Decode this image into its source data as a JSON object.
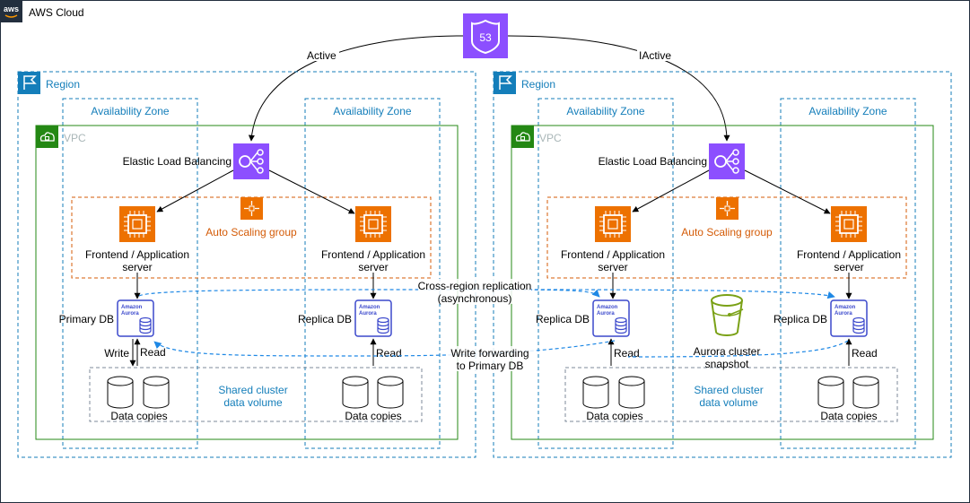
{
  "cloud": {
    "title": "AWS Cloud",
    "logo_text": "aws"
  },
  "dns": {
    "icon": "route53-icon",
    "badge": "53",
    "label_left": "Active",
    "label_right": "IActive",
    "color": "#8C4FFF"
  },
  "regions": [
    {
      "title": "Region",
      "az_left": "Availability Zone",
      "az_right": "Availability Zone",
      "vpc": "VPC",
      "elb": "Elastic Load Balancing",
      "asg": "Auto Scaling group",
      "server_left": [
        "Frontend / Application",
        "server"
      ],
      "server_right": [
        "Frontend / Application",
        "server"
      ],
      "db_left": "Primary DB",
      "db_right": "Replica DB",
      "write": "Write",
      "read_left": "Read",
      "read_right": "Read",
      "shared": [
        "Shared cluster",
        "data volume"
      ],
      "data_left": "Data copies",
      "data_right": "Data copies"
    },
    {
      "title": "Region",
      "az_left": "Availability Zone",
      "az_right": "Availability Zone",
      "vpc": "VPC",
      "elb": "Elastic Load Balancing",
      "asg": "Auto Scaling group",
      "server_left": [
        "Frontend / Application",
        "server"
      ],
      "server_right": [
        "Frontend / Application",
        "server"
      ],
      "db_left": "Replica DB",
      "db_right": "Replica DB",
      "read_left": "Read",
      "read_right": "Read",
      "shared": [
        "Shared cluster",
        "data volume"
      ],
      "data_left": "Data copies",
      "data_right": "Data copies",
      "snapshot": [
        "Aurora cluster",
        "snapshot"
      ]
    }
  ],
  "aurora_icon_text": [
    "Amazon",
    "Aurora"
  ],
  "replication": [
    "Cross-region replication",
    "(asynchronous)"
  ],
  "forwarding": [
    "Write forwarding",
    "to Primary DB"
  ],
  "colors": {
    "region": "#147EBA",
    "vpc": "#248814",
    "asg": "#D45B07",
    "compute": "#ED7100",
    "aurora": "#3B48CC",
    "s3": "#7AA116",
    "replication": "#1E88E5"
  }
}
